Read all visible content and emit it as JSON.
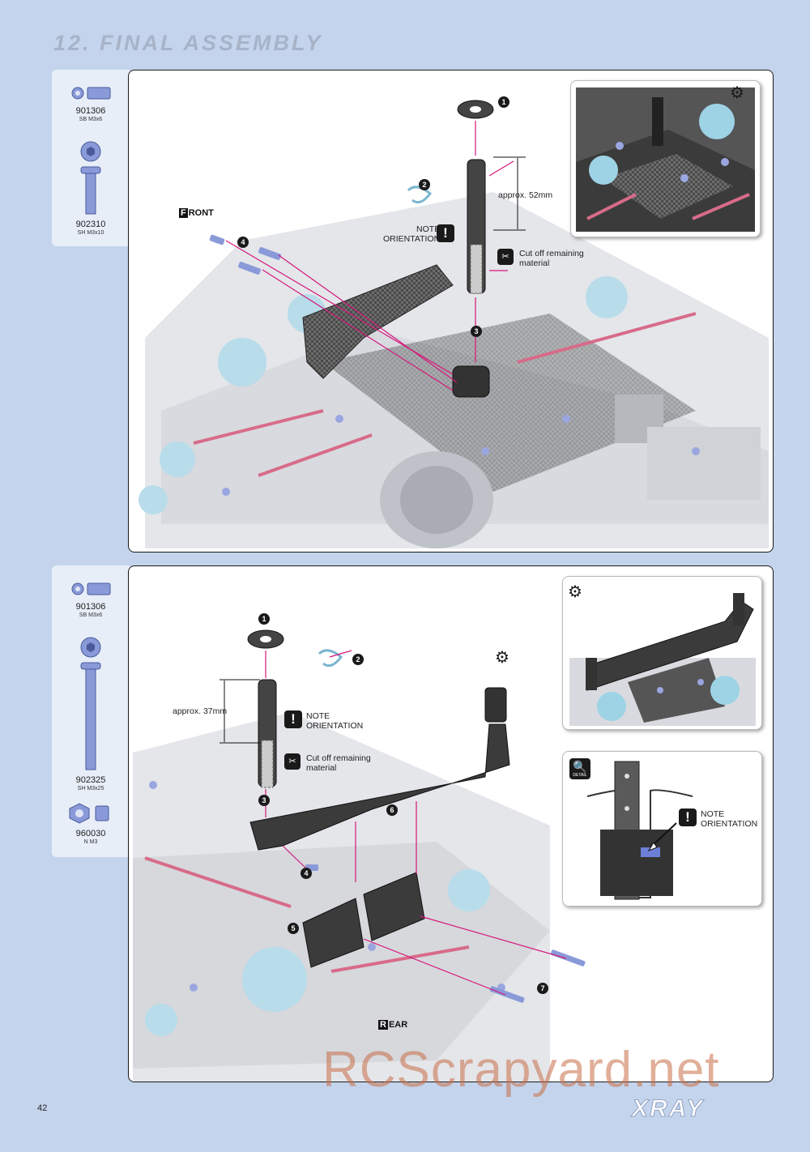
{
  "header": {
    "section_title": "12. FINAL ASSEMBLY"
  },
  "step1": {
    "parts": [
      {
        "number": "901306",
        "desc": "SB M3x6",
        "icon": "set-screw-icon"
      },
      {
        "number": "902310",
        "desc": "SH M3x10",
        "icon": "hex-screw-icon"
      }
    ],
    "direction_label": "RONT",
    "direction_letter": "F",
    "dimension": "approx. 52mm",
    "note": [
      "NOTE",
      "ORIENTATION"
    ],
    "cut": [
      "Cut off remaining",
      "material"
    ],
    "steps": [
      "1",
      "2",
      "3",
      "4"
    ]
  },
  "step2": {
    "parts": [
      {
        "number": "901306",
        "desc": "SB M3x6",
        "icon": "set-screw-icon"
      },
      {
        "number": "902325",
        "desc": "SH M3x25",
        "icon": "long-screw-icon"
      },
      {
        "number": "960030",
        "desc": "N M3",
        "icon": "nut-icon"
      }
    ],
    "direction_label": "EAR",
    "direction_letter": "R",
    "dimension": "approx. 37mm",
    "note": [
      "NOTE",
      "ORIENTATION"
    ],
    "cut": [
      "Cut off remaining",
      "material"
    ],
    "detail_note": [
      "NOTE",
      "ORIENTATION"
    ],
    "detail_label": "DETAIL",
    "steps": [
      "1",
      "2",
      "3",
      "4",
      "5",
      "6",
      "7"
    ]
  },
  "footer": {
    "page_number": "42",
    "brand": "XRAY"
  },
  "watermark": "RCScrapyard.net",
  "colors": {
    "background": "#c4d4ec",
    "accent_arrow": "#d6177a",
    "part_blue": "#8a9ad8"
  }
}
